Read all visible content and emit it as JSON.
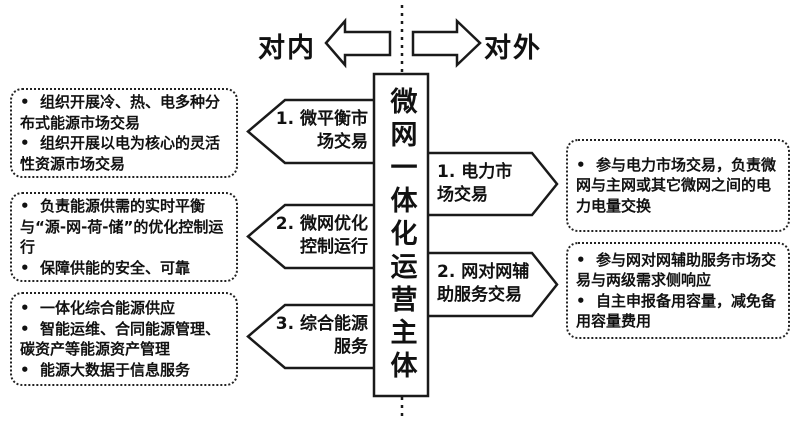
{
  "top": {
    "internal_label": "对内",
    "external_label": "对外"
  },
  "center": {
    "title": "微网一体化运营主体"
  },
  "left": {
    "arrows": [
      {
        "label": "1. 微平衡市\n场交易"
      },
      {
        "label": "2. 微网优化\n控制运行"
      },
      {
        "label": "3. 综合能源\n服务"
      }
    ],
    "boxes": [
      {
        "bullets": [
          "组织开展冷、热、电多种分布式能源市场交易",
          "组织开展以电为核心的灵活性资源市场交易"
        ]
      },
      {
        "bullets": [
          "负责能源供需的实时平衡与“源-网-荷-储”的优化控制运行",
          "保障供能的安全、可靠"
        ]
      },
      {
        "bullets": [
          "一体化综合能源供应",
          "智能运维、合同能源管理、碳资产等能源资产管理",
          "能源大数据于信息服务"
        ]
      }
    ]
  },
  "right": {
    "arrows": [
      {
        "label": "1. 电力市\n场交易"
      },
      {
        "label": "2. 网对网辅\n助服务交易"
      }
    ],
    "boxes": [
      {
        "bullets": [
          "参与电力市场交易，负责微网与主网或其它微网之间的电力电量交换"
        ]
      },
      {
        "bullets": [
          "参与网对网辅助服务市场交易与两级需求侧响应",
          "自主申报备用容量，减免备用容量费用"
        ]
      }
    ]
  },
  "colors": {
    "ink": "#1a1a1a",
    "background": "#ffffff"
  }
}
